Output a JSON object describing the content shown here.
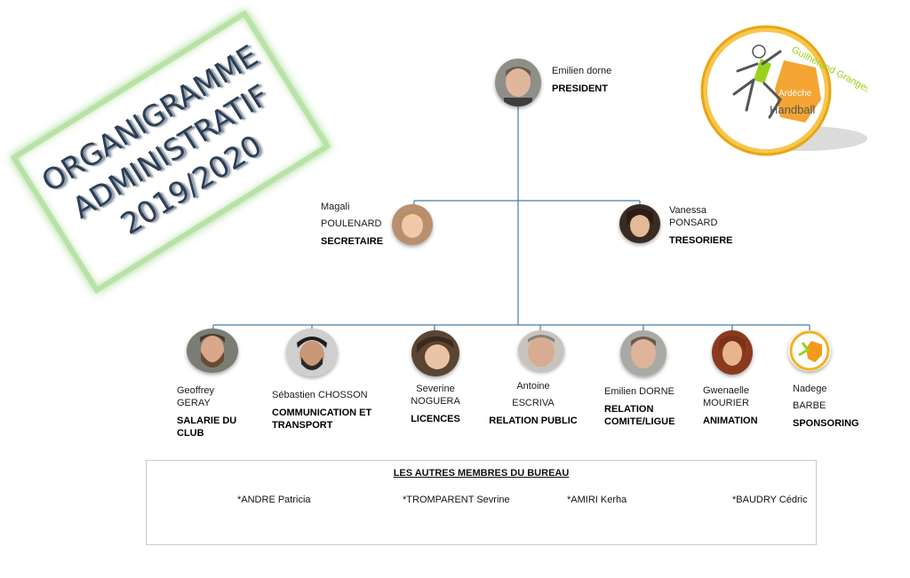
{
  "title": {
    "lines": [
      "ORGANIGRAMME",
      "ADMINISTRATIF",
      "2019/2020"
    ]
  },
  "logo": {
    "club_top": "Guilherand Granges",
    "region": "Ardèche",
    "sport": "Handball",
    "colors": {
      "ring": "#f2b21f",
      "shape": "#f39a1c",
      "player": "#9bd11b"
    }
  },
  "president": {
    "name_lines": [
      "Emilien dorne"
    ],
    "role_lines": [
      "PRESIDENT"
    ],
    "icon": "person-photo"
  },
  "secretary": {
    "name_lines": [
      "Magali",
      "POULENARD"
    ],
    "role_lines": [
      "SECRETAIRE"
    ],
    "icon": "person-photo"
  },
  "treasurer": {
    "name_lines": [
      "Vanessa",
      "PONSARD"
    ],
    "role_lines": [
      "TRESORIERE"
    ],
    "icon": "person-photo"
  },
  "members": [
    {
      "name_lines": [
        "Geoffrey",
        "GERAY"
      ],
      "role_lines": [
        "SALARIE DU",
        "CLUB"
      ]
    },
    {
      "name_lines": [
        "Sébastien CHOSSON"
      ],
      "role_lines": [
        "COMMUNICATION ET",
        "TRANSPORT"
      ]
    },
    {
      "name_lines": [
        "Severine",
        "NOGUERA"
      ],
      "role_lines": [
        "LICENCES"
      ]
    },
    {
      "name_lines": [
        "Antoine",
        "ESCRIVA"
      ],
      "role_lines": [
        "RELATION PUBLIC"
      ]
    },
    {
      "name_lines": [
        "Emilien DORNE"
      ],
      "role_lines": [
        "RELATION",
        "COMITE/LIGUE"
      ]
    },
    {
      "name_lines": [
        "Gwenaelle",
        "MOURIER"
      ],
      "role_lines": [
        "ANIMATION"
      ]
    },
    {
      "name_lines": [
        "Nadege",
        "BARBE"
      ],
      "role_lines": [
        "SPONSORING"
      ]
    }
  ],
  "others": {
    "title": "LES AUTRES MEMBRES DU BUREAU",
    "members": [
      "*ANDRE Patricia",
      "*TROMPARENT Sevrine",
      "*AMIRI Kerha",
      "*BAUDRY Cédric"
    ]
  },
  "colors": {
    "connector": "#4a79a8",
    "title_text": "#2f3e52",
    "title_border": "#b9e3a6"
  }
}
